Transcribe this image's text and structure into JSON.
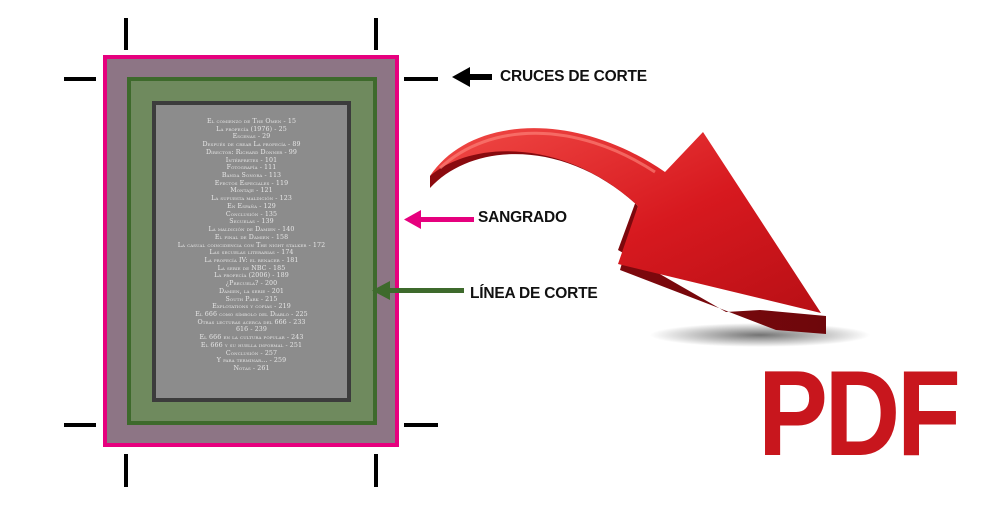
{
  "labels": {
    "crop_marks": "CRUCES DE CORTE",
    "bleed": "SANGRADO",
    "trim_line": "LÍNEA DE CORTE"
  },
  "pdf_label": "PDF",
  "toc_lines": [
    "El comienzo de The Omen - 15",
    "La profecía (1976) - 25",
    "Escenas - 29",
    "Después de crear La profecía - 89",
    "Director: Richard Donner - 99",
    "Intérpretes - 101",
    "Fotografía - 111",
    "Banda Sonora - 113",
    "Efectos Especiales - 119",
    "Montaje - 121",
    "La supuesta maldición - 123",
    "En España - 129",
    "Conclusión - 135",
    "Secuelas - 139",
    "La maldición de Damien - 140",
    "El final de Damien - 158",
    "La casual coincidencia con The night stalker - 172",
    "Las secuelas literarias - 174",
    "La profecía IV: el renacer - 181",
    "La serie de NBC - 185",
    "La profecía (2006) - 189",
    "¿Precuela? - 200",
    "Damien, la serie - 201",
    "South Park - 215",
    "Explotations y copias - 219",
    "El 666 como símbolo del Diablo - 225",
    "Otras lecturas acerca del 666 - 233",
    "616 - 239",
    "El 666 en la cultura popular - 243",
    "El 666 y su huella informal - 251",
    "Conclusión - 257",
    "Y para terminar... - 259",
    "Notas - 261"
  ],
  "colors": {
    "bleed_border": "#e6007e",
    "bleed_fill": "#8d7585",
    "trim_border": "#3e6a2c",
    "trim_fill": "#6f8a5e",
    "live_border": "#3c3c3c",
    "live_fill": "#8c8c8c",
    "arrow_red": "#d7191f",
    "pdf_red": "#c8161d"
  },
  "icons": {
    "crop_arrow": "arrow-left-black",
    "bleed_arrow": "arrow-left-magenta",
    "trim_arrow": "arrow-left-green",
    "big_arrow": "curved-red-3d-arrow"
  }
}
